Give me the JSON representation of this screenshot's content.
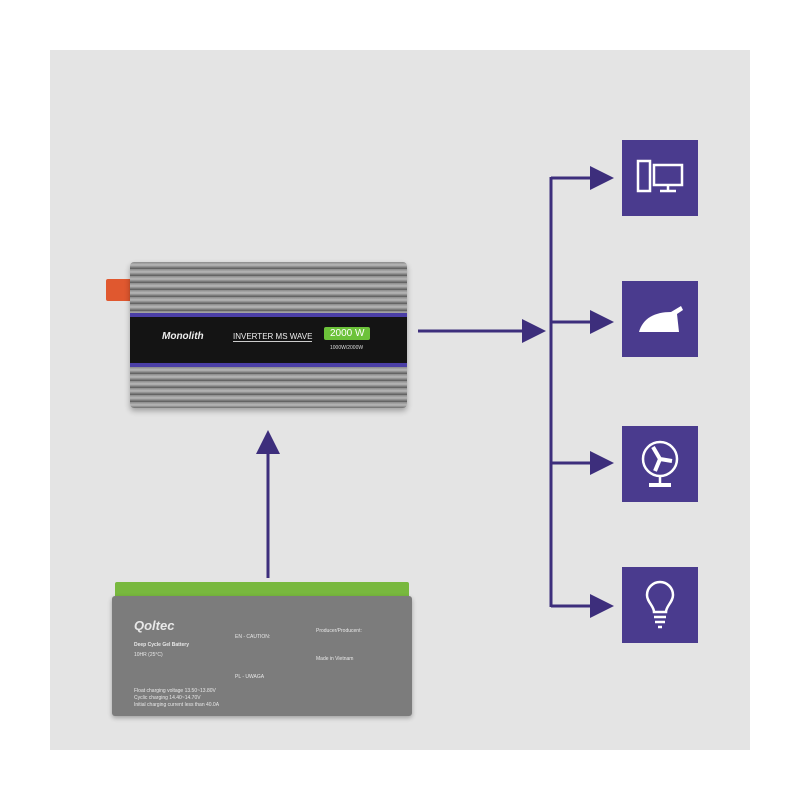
{
  "inverter": {
    "brand": "Monolith",
    "model": "INVERTER MS WAVE",
    "power": "2000 W",
    "rating": "1000W/2000W"
  },
  "battery": {
    "brand": "Qoltec",
    "type": "Deep Cycle Gel Battery",
    "rate": "10HR (25°C)",
    "specs": [
      "Float charging voltage 13.50~13.80V",
      "Cyclic charging 14.40~14.70V",
      "Initial charging current less than 40.0A"
    ],
    "caution_en": "EN - CAUTION:",
    "caution_pl": "PL - UWAGA",
    "producer": "Producer/Producent:",
    "made_in": "Made in Vietnam"
  },
  "devices": [
    "computer-icon",
    "iron-icon",
    "fan-icon",
    "bulb-icon"
  ],
  "colors": {
    "line": "#3d2e7c",
    "icon_bg": "#4a3b8e",
    "panel": "#e4e4e4"
  }
}
